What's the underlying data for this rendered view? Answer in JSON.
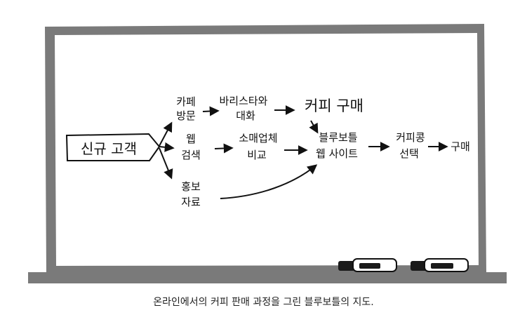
{
  "diagram": {
    "start_node": "신규 고객",
    "channels": {
      "cafe_visit": [
        "카페",
        "방문"
      ],
      "web_search": [
        "웹",
        "검색"
      ],
      "promo_material": [
        "홍보",
        "자료"
      ]
    },
    "middle": {
      "barista_talk": [
        "바리스타와",
        "대화"
      ],
      "retailer_compare": [
        "소매업체",
        "비교"
      ],
      "coffee_purchase": "커피 구매"
    },
    "website": [
      "블루보틀",
      "웹 사이트"
    ],
    "coffee_select": [
      "커피콩",
      "선택"
    ],
    "final_purchase": "구매"
  },
  "caption": "온라인에서의 커피 판매 과정을 그린 블루보틀의 지도.",
  "colors": {
    "board_frame": "#7a7a7a",
    "board_surface": "#ffffff",
    "ink": "#111111"
  }
}
